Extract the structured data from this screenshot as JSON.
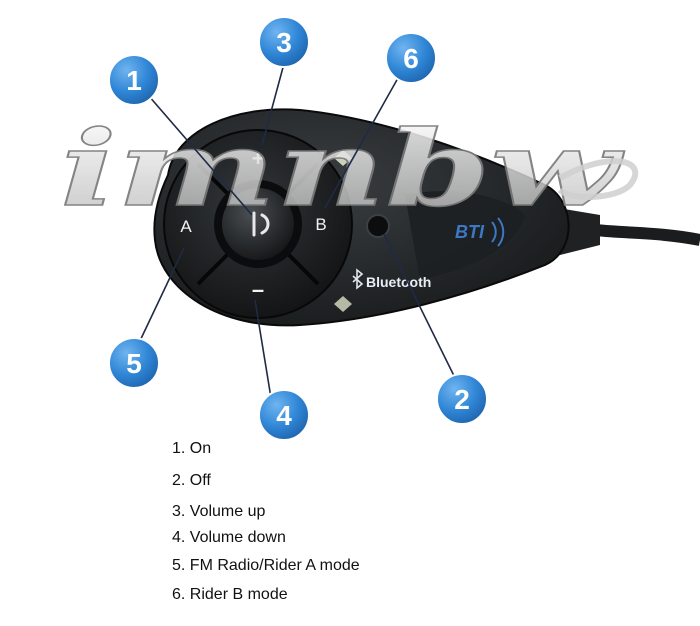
{
  "watermark": "imnbw",
  "device": {
    "buttons": {
      "volume_up": "+",
      "volume_down": "–",
      "rider_a": "A",
      "rider_b": "B"
    },
    "brand_text": "Bluetooth",
    "logo_text": "BTI"
  },
  "callouts": [
    "1",
    "2",
    "3",
    "4",
    "5",
    "6"
  ],
  "legend": [
    "1. On",
    "2. Off",
    "3. Volume up",
    "4. Volume down",
    "5. FM Radio/Rider A mode",
    "6. Rider B mode"
  ],
  "colors": {
    "device_body": "#26292b",
    "badge": "#2f86d6",
    "badge_dark": "#1c5fa8"
  }
}
